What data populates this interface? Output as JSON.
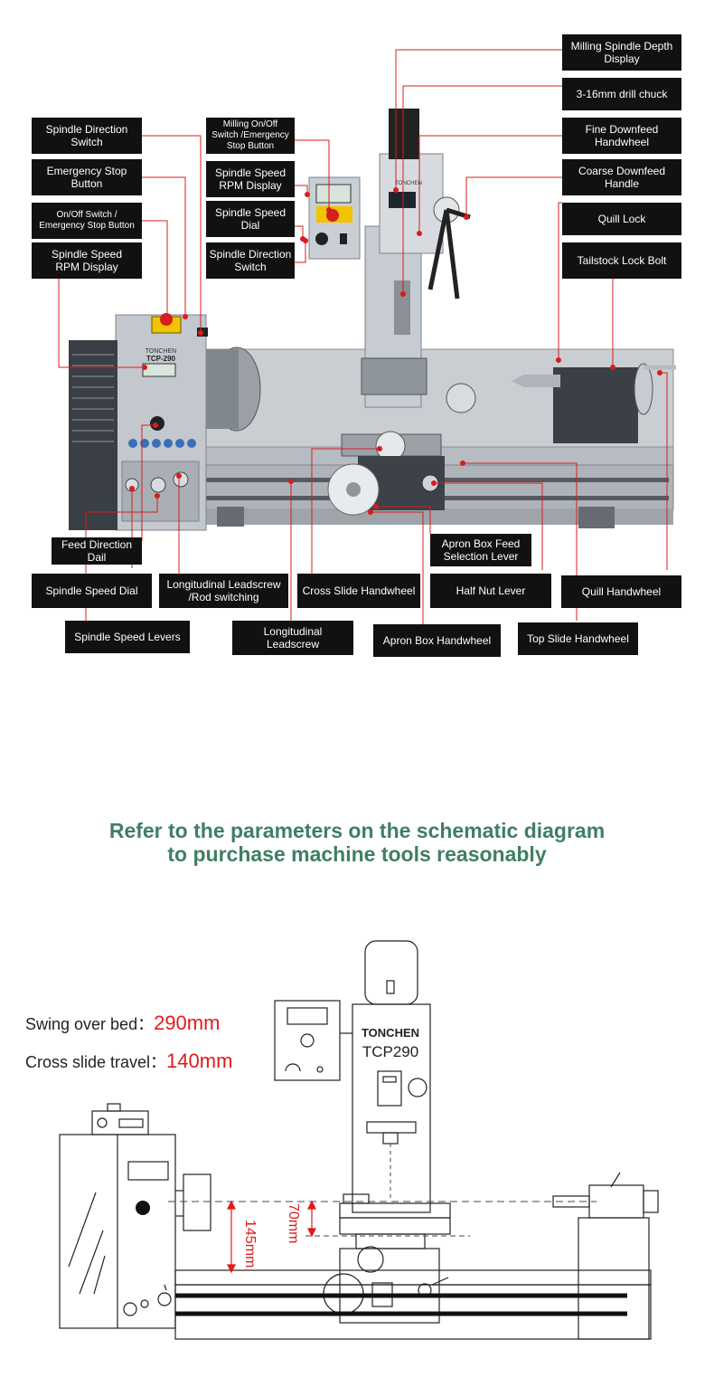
{
  "callouts": {
    "milling_depth_display": "Milling Spindle Depth\nDisplay",
    "drill_chuck": "3-16mm drill chuck",
    "fine_downfeed": "Fine Downfeed\nHandwheel",
    "coarse_downfeed": "Coarse Downfeed\nHandle",
    "quill_lock": "Quill Lock",
    "tailstock_lock": "Tailstock Lock Bolt",
    "spindle_direction_switch_left": "Spindle Direction\nSwitch",
    "emergency_stop": "Emergency Stop\nButton",
    "onoff_emergency_left": "On/Off Switch /\nEmergency Stop Button",
    "spindle_rpm_left": "Spindle Speed\nRPM Display",
    "milling_onoff": "Milling On/Off\nSwitch /Emergency\nStop Button",
    "spindle_rpm_mid": "Spindle Speed\nRPM Display",
    "spindle_dial_mid": "Spindle Speed\nDial",
    "spindle_direction_mid": "Spindle Direction\nSwitch",
    "feed_direction": "Feed Direction\nDail",
    "spindle_dial_bottom": "Spindle Speed Dial",
    "leadscrew_switching": "Longitudinal Leadscrew\n/Rod switching",
    "cross_slide": "Cross Slide Handwheel",
    "apron_feed": "Apron Box Feed\nSelection Lever",
    "half_nut": "Half Nut Lever",
    "quill_handwheel": "Quill Handwheel",
    "spindle_levers": "Spindle Speed Levers",
    "longitudinal_leadscrew": "Longitudinal\nLeadscrew",
    "apron_handwheel": "Apron Box Handwheel",
    "top_slide": "Top Slide Handwheel"
  },
  "machine": {
    "brand": "TONCHEN",
    "model_plate": "TCP-290",
    "model_schematic": "TCP290"
  },
  "slogan": {
    "line1": "Refer to the parameters on the schematic diagram",
    "line2": "to purchase machine tools reasonably"
  },
  "params": {
    "swing_label": "Swing over bed：",
    "swing_value": "290mm",
    "cross_label": "Cross slide travel：",
    "cross_value": "140mm",
    "dim_145": "145mm",
    "dim_70": "70mm"
  },
  "colors": {
    "label_bg": "#111111",
    "leader": "#d91c1c",
    "slogan": "#3f7f62",
    "value_red": "#e21a1a"
  }
}
